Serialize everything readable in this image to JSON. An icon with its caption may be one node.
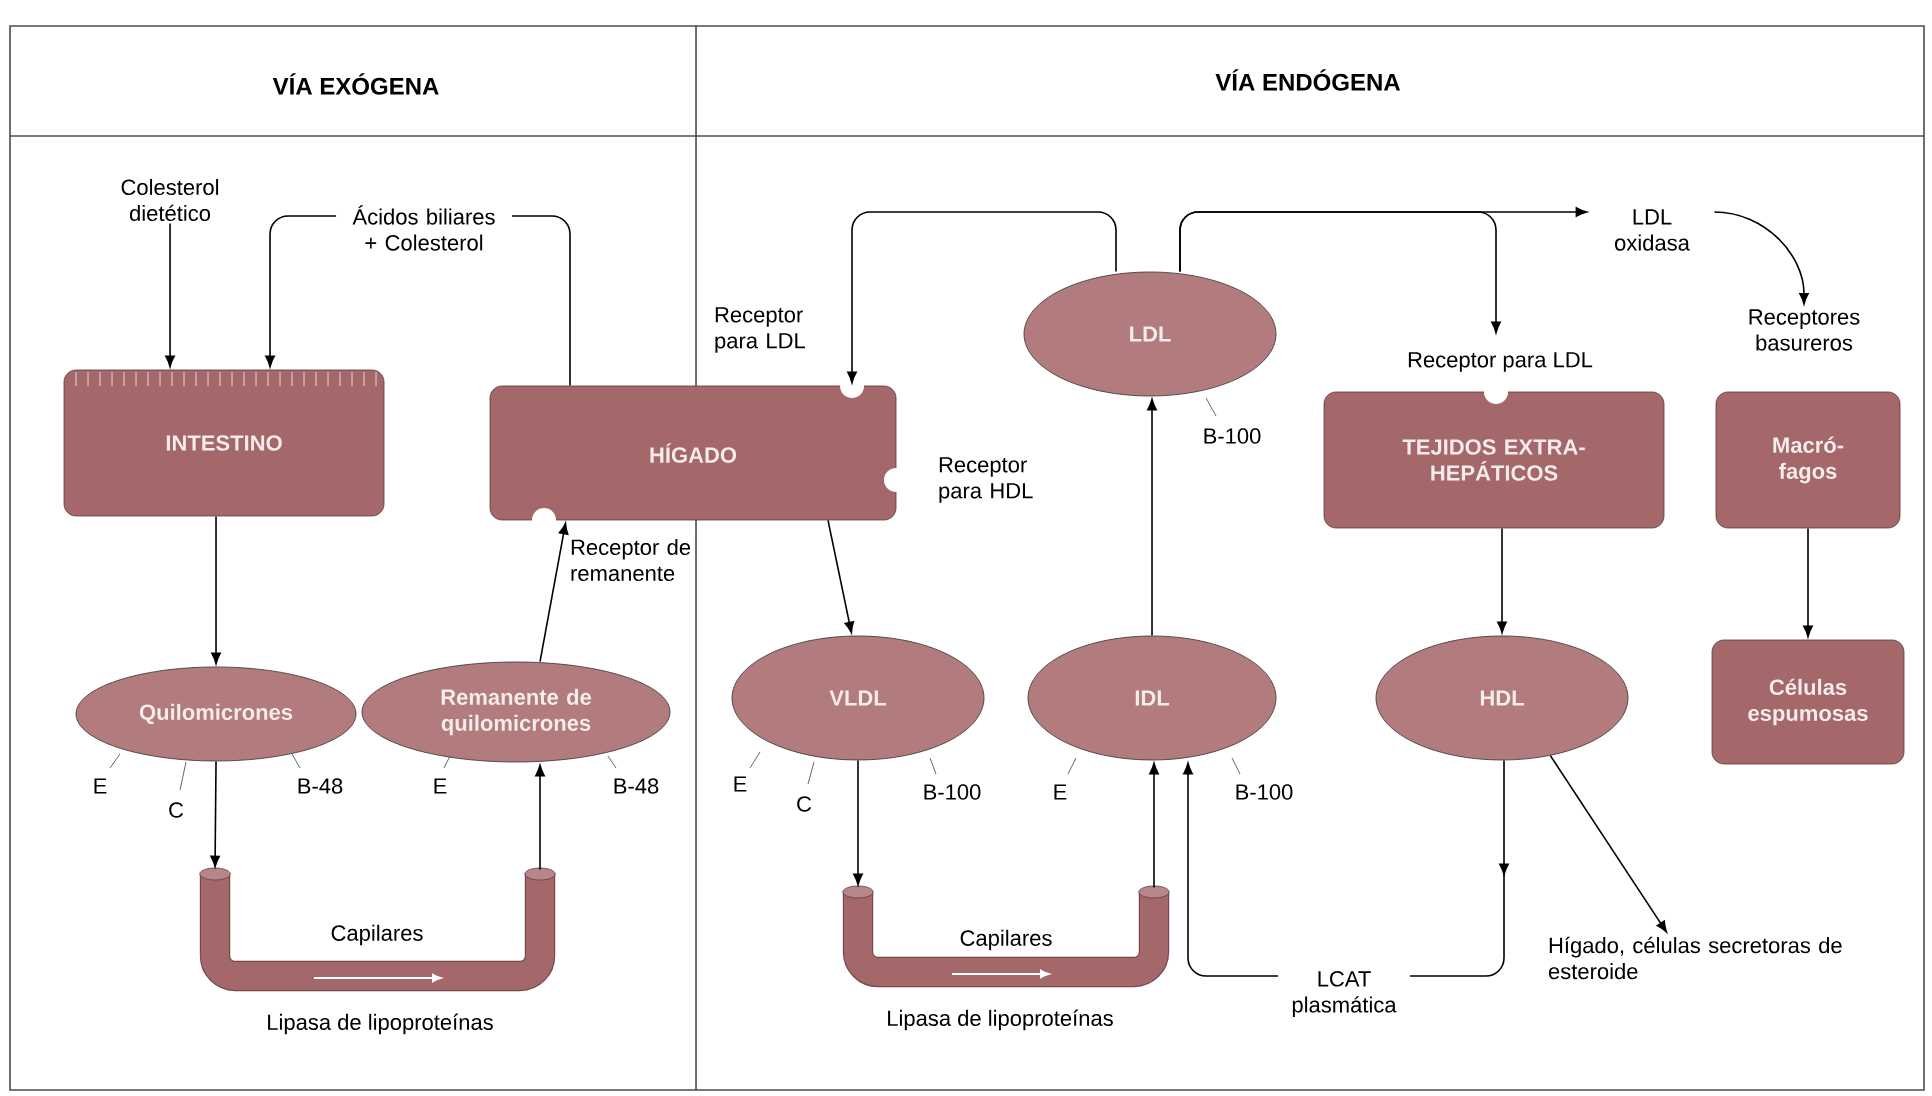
{
  "diagram": {
    "nodes": [
      {
        "text": [
          "Colesterol dietético"
        ]
      },
      {
        "text": [
          "INTESTINO"
        ]
      },
      {
        "text": [
          "HÍGADO"
        ],
        "beside": [
          "Receptor para LDL",
          "Receptor para HDL",
          "Receptor de remanente"
        ]
      },
      {
        "text": [
          "Quilomicrones"
        ],
        "beside": [
          "E",
          "C",
          "B-48"
        ]
      },
      {
        "text": [
          "Remanente de quilomicrones"
        ],
        "beside": [
          "E",
          "B-48"
        ]
      },
      {
        "text": [
          "Capilares"
        ],
        "beside": [
          "Lipasa de lipoproteínas"
        ]
      },
      {
        "text": [
          "LDL"
        ],
        "beside": [
          "B-100"
        ]
      },
      {
        "text": [
          "TEJIDOS EXTRA-HEPÁTICOS"
        ],
        "beside": [
          "Receptor para LDL"
        ]
      },
      {
        "text": [
          "LDL oxidasa"
        ]
      },
      {
        "text": [
          "Receptores basureros"
        ]
      },
      {
        "text": [
          "Macró-fagos"
        ]
      },
      {
        "text": [
          "VLDL"
        ],
        "beside": [
          "E",
          "C",
          "B-100"
        ]
      },
      {
        "text": [
          "IDL"
        ],
        "beside": [
          "E",
          "B-100"
        ]
      },
      {
        "text": [
          "HDL"
        ]
      },
      {
        "text": [
          "Células espumosas"
        ]
      },
      {
        "text": [
          "Capilares"
        ],
        "beside": [
          "Lipasa de lipoproteínas"
        ]
      },
      {
        "text": [
          "Hígado, células secretoras de esteroide"
        ]
      }
    ],
    "edges": [
      {
        "from": 0,
        "to": 1,
        "arrow": "to"
      },
      {
        "from": 2,
        "to": 1,
        "arrow": "to",
        "label": "Ácidos biliares + Colesterol"
      },
      {
        "from": 1,
        "to": 3,
        "arrow": "to"
      },
      {
        "from": 3,
        "to": 5,
        "arrow": "to"
      },
      {
        "from": 5,
        "to": 4,
        "arrow": "to"
      },
      {
        "from": 4,
        "to": 2,
        "arrow": "to"
      },
      {
        "from": 6,
        "to": 2,
        "arrow": "to"
      },
      {
        "from": 6,
        "to": 7,
        "arrow": "to"
      },
      {
        "from": 6,
        "to": 8,
        "arrow": "to"
      },
      {
        "from": 8,
        "to": 9,
        "arrow": "to"
      },
      {
        "from": 2,
        "to": 11,
        "arrow": "to"
      },
      {
        "from": 11,
        "to": 15,
        "arrow": "to"
      },
      {
        "from": 15,
        "to": 12,
        "arrow": "to"
      },
      {
        "from": 12,
        "to": 6,
        "arrow": "to"
      },
      {
        "from": 7,
        "to": 13,
        "arrow": "to"
      },
      {
        "from": 13,
        "to": 12,
        "arrow": "to",
        "label": "LCAT plasmática"
      },
      {
        "from": 13,
        "to": 16,
        "arrow": "to"
      },
      {
        "from": 10,
        "to": 14,
        "arrow": "to"
      }
    ],
    "labels": [
      "VÍA EXÓGENA",
      "VÍA ENDÓGENA"
    ]
  }
}
